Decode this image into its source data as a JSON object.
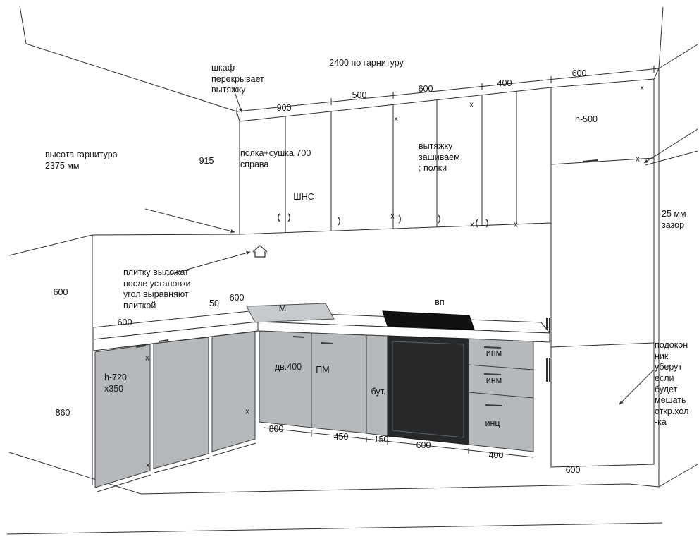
{
  "annotations": {
    "cabinet_overlaps_hood": "шкаф\nперекрывает\nвытяжку",
    "total_width": "2400 по гарнитуру",
    "unit_height": "высота гарнитура\n2375 мм",
    "shelf_dryer": "полка+сушка 700\nсправа",
    "hood_boxed": "вытяжку\nзашиваем\n; полки",
    "gap_25mm": "25 мм\nзазор",
    "tiles_note": "плитку выложат\nпосле установки\nугол выравняют\nплиткой",
    "windowsill_note": "подокон\nник\nуберут\nесли\nбудет\nмешать\nоткр.хол\n-ка"
  },
  "dimensions": {
    "top_900": "900",
    "top_500": "500",
    "top_600": "600",
    "top_400": "400",
    "top_right_600": "600",
    "wall_915": "915",
    "tall_upper_height": "h-500",
    "upper_cabinet_code": "ШНС",
    "left_wall_600": "600",
    "left_counter_600": "600",
    "corner_50": "50",
    "corner_600": "600",
    "sink": "М",
    "hob": "вп",
    "door_400": "дв.400",
    "dishwasher": "ПМ",
    "left_cabinet_size": "h-720\nх350",
    "bottle_unit": "бут.",
    "drawer_top": "инм",
    "drawer_mid": "инм",
    "drawer_bottom": "инц",
    "left_860": "860",
    "bottom_800": "800",
    "bottom_450": "450",
    "bottom_150": "150",
    "bottom_600": "600",
    "bottom_400": "400",
    "tall_bottom_600": "600"
  },
  "marks": {
    "x": "x"
  },
  "colors": {
    "line": "#2e2e2e",
    "cabinet_gray": "#b6b9bb",
    "appliance_dark": "#26282a",
    "hob_black": "#101112",
    "background": "#ffffff"
  }
}
